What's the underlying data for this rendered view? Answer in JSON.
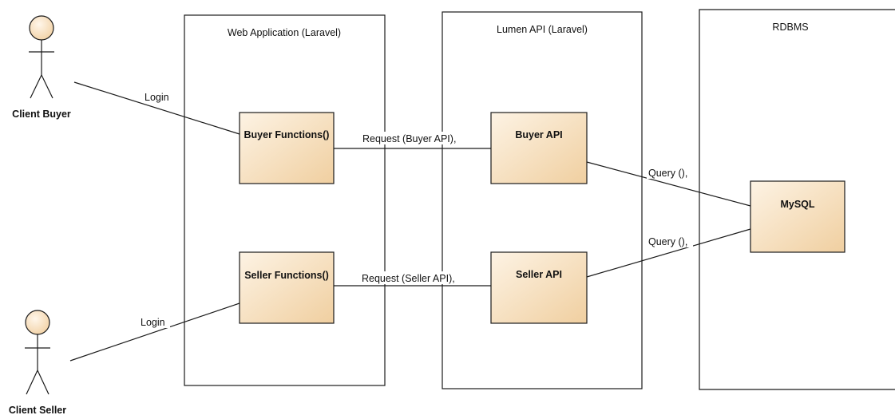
{
  "actors": [
    {
      "id": "client-buyer",
      "label": "Client Buyer"
    },
    {
      "id": "client-seller",
      "label": "Client Seller"
    }
  ],
  "boundaries": [
    {
      "id": "web-application",
      "label": "Web Application (Laravel)"
    },
    {
      "id": "lumen-api",
      "label": "Lumen API (Laravel)"
    },
    {
      "id": "rdbms",
      "label": "RDBMS"
    }
  ],
  "components": [
    {
      "id": "buyer-functions",
      "label": "Buyer Functions()"
    },
    {
      "id": "seller-functions",
      "label": "Seller Functions()"
    },
    {
      "id": "buyer-api",
      "label": "Buyer API"
    },
    {
      "id": "seller-api",
      "label": "Seller API"
    },
    {
      "id": "mysql",
      "label": "MySQL"
    }
  ],
  "connectors": [
    {
      "id": "buyer-login",
      "label": "Login"
    },
    {
      "id": "seller-login",
      "label": "Login"
    },
    {
      "id": "buyer-request",
      "label": "Request (Buyer API),"
    },
    {
      "id": "seller-request",
      "label": "Request (Seller API),"
    },
    {
      "id": "buyer-query",
      "label": "Query (),"
    },
    {
      "id": "seller-query",
      "label": "Query (),"
    }
  ],
  "colors": {
    "component_fill_top": "#fdf3e4",
    "component_fill_bottom": "#f0cfa0",
    "actor_head_fill": "#fae5c8",
    "line": "#1a1a1a"
  }
}
